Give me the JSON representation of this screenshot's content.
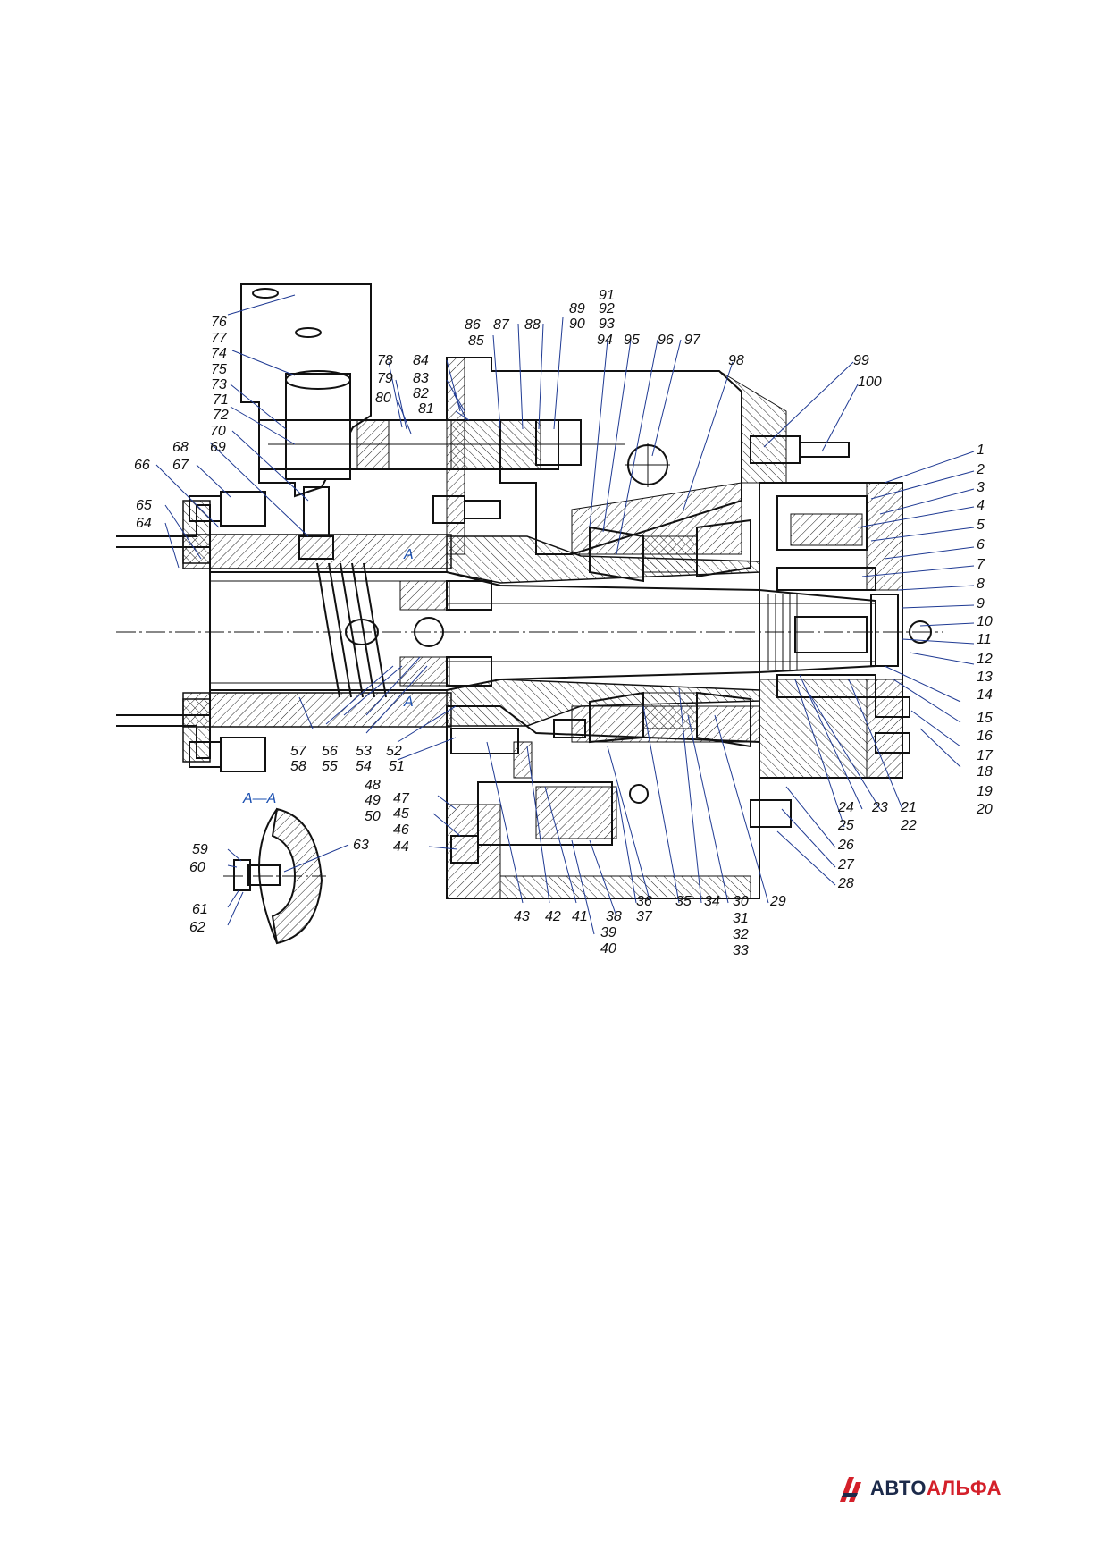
{
  "section_title": "А—А",
  "section_marks": [
    "А",
    "А"
  ],
  "part_numbers": [
    "1",
    "2",
    "3",
    "4",
    "5",
    "6",
    "7",
    "8",
    "9",
    "10",
    "11",
    "12",
    "13",
    "14",
    "15",
    "16",
    "17",
    "18",
    "19",
    "20",
    "21",
    "22",
    "23",
    "24",
    "25",
    "26",
    "27",
    "28",
    "29",
    "30",
    "31",
    "32",
    "33",
    "34",
    "35",
    "36",
    "37",
    "38",
    "39",
    "40",
    "41",
    "42",
    "43",
    "44",
    "45",
    "46",
    "47",
    "48",
    "49",
    "50",
    "51",
    "52",
    "53",
    "54",
    "55",
    "56",
    "57",
    "58",
    "59",
    "60",
    "61",
    "62",
    "63",
    "64",
    "65",
    "66",
    "67",
    "68",
    "69",
    "70",
    "71",
    "72",
    "73",
    "74",
    "75",
    "76",
    "77",
    "78",
    "79",
    "80",
    "81",
    "82",
    "83",
    "84",
    "85",
    "86",
    "87",
    "88",
    "89",
    "90",
    "91",
    "92",
    "93",
    "94",
    "95",
    "96",
    "97",
    "98",
    "99",
    "100"
  ],
  "logo": {
    "text_left": "АВТО",
    "text_right": "АЛЬФА",
    "icon": "avtoalfa-logo-icon",
    "color_left": "#1c2a4a",
    "color_right": "#d4202a"
  },
  "colors": {
    "lines": "#111111",
    "leaders": "#1f3a93"
  }
}
